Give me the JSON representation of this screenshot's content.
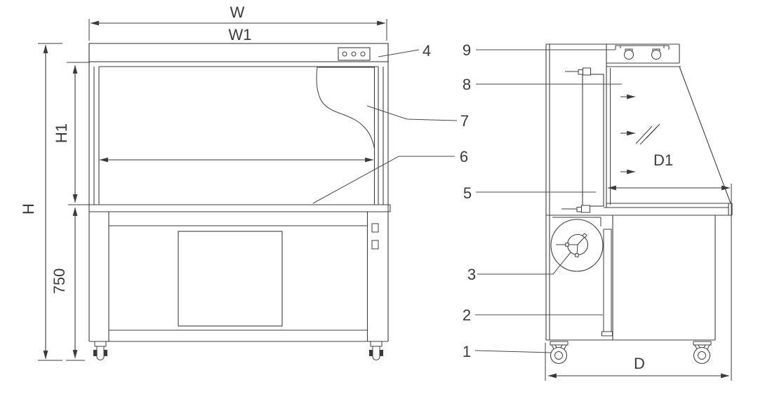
{
  "colors": {
    "line": "#3e3e3e",
    "text": "#3a3a3a",
    "background": "#ffffff"
  },
  "dims": {
    "w": "W",
    "w1": "W1",
    "h": "H",
    "h1": "H1",
    "lower_height": "750",
    "d": "D",
    "d1": "D1"
  },
  "callouts": {
    "n1": "1",
    "n2": "2",
    "n3": "3",
    "n4": "4",
    "n5": "5",
    "n6": "6",
    "n7": "7",
    "n8": "8",
    "n9": "9"
  }
}
